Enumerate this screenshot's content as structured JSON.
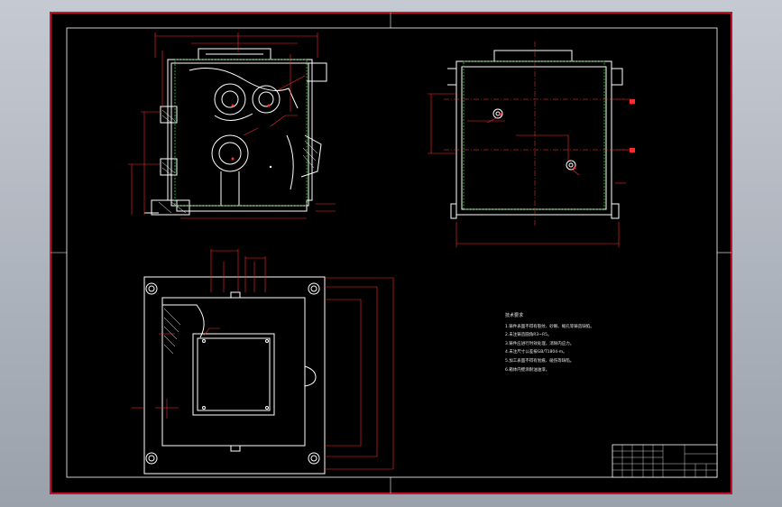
{
  "colors": {
    "paper": "#000000",
    "frame": "#ffffff",
    "sheet_border": "#c8102e",
    "dimension": "#ff2a2a",
    "hidden": "#2fd62f",
    "centerline": "#ff3b3b"
  },
  "tech_requirements": {
    "title": "技术要求",
    "items": [
      "1.铸件表面不得有裂纹、砂眼、缩孔等铸造缺陷。",
      "2.未注铸造圆角R3~R5。",
      "3.铸件应进行时效处理，消除内应力。",
      "4.未注尺寸公差按GB/T1804-m。",
      "5.加工表面不得有划痕、碰伤等缺陷。",
      "6.箱体内壁涂耐油油漆。"
    ]
  },
  "title_block": {
    "cells": [
      "",
      "",
      "",
      "",
      ""
    ]
  }
}
